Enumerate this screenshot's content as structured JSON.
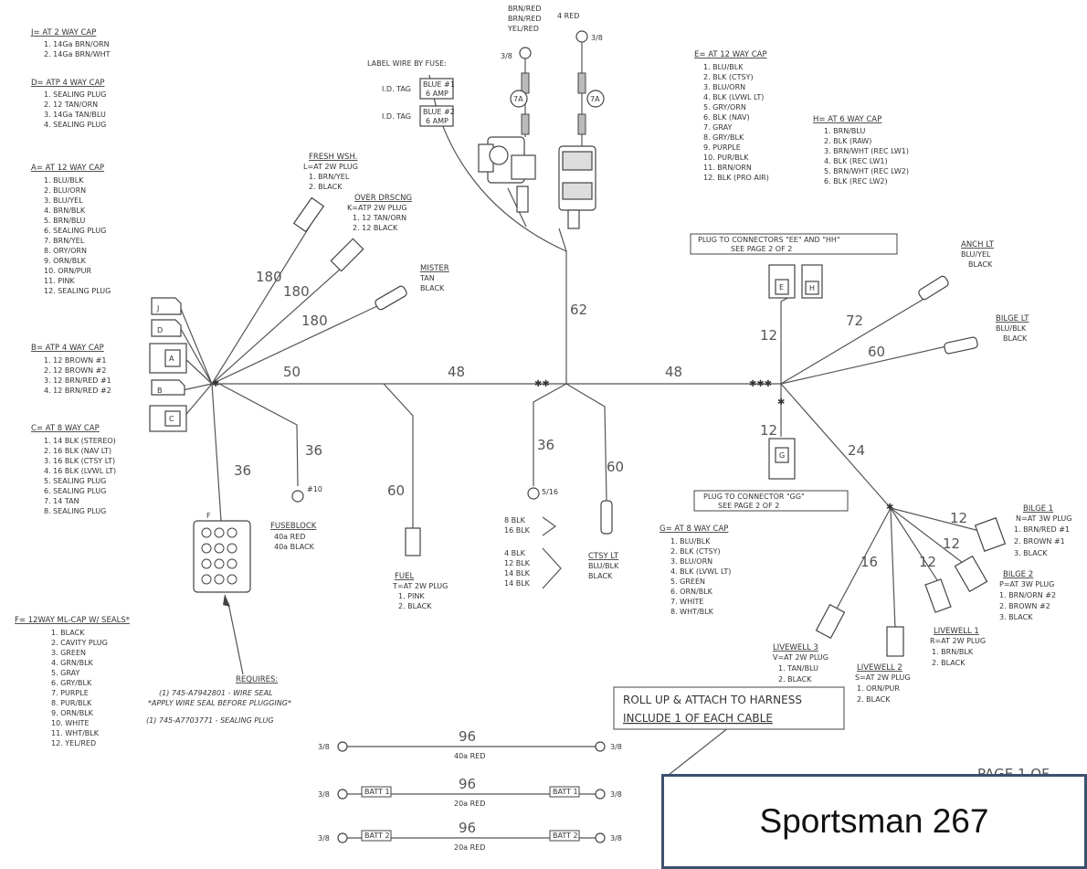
{
  "title": "Sportsman 267",
  "page_label": "PAGE 1 OF",
  "fuse_label": {
    "title": "LABEL WIRE BY FUSE:",
    "tags": [
      {
        "tag": "I.D. TAG",
        "box1": "BLUE #1",
        "box2": "6 AMP"
      },
      {
        "tag": "I.D. TAG",
        "box1": "BLUE #2",
        "box2": "6 AMP"
      }
    ]
  },
  "top_leads": {
    "left": [
      "BRN/RED",
      "BRN/RED",
      "YEL/RED"
    ],
    "right": "4 RED",
    "size_left": "3/8",
    "size_right": "3/8",
    "fuse_l": "7A",
    "fuse_r": "7A"
  },
  "legends": {
    "j": {
      "title": "J= AT 2 WAY CAP",
      "items": [
        "1. 14Ga BRN/ORN",
        "2. 14Ga BRN/WHT"
      ]
    },
    "d": {
      "title": "D= ATP 4 WAY CAP",
      "items": [
        "1. SEALING PLUG",
        "2. 12 TAN/ORN",
        "3. 14Ga TAN/BLU",
        "4. SEALING PLUG"
      ]
    },
    "a": {
      "title": "A= AT 12 WAY CAP",
      "items": [
        "1. BLU/BLK",
        "2. BLU/ORN",
        "3. BLU/YEL",
        "4. BRN/BLK",
        "5. BRN/BLU",
        "6. SEALING PLUG",
        "7. BRN/YEL",
        "8. ORY/ORN",
        "9. ORN/BLK",
        "10. ORN/PUR",
        "11. PINK",
        "12. SEALING PLUG"
      ]
    },
    "b": {
      "title": "B= ATP 4 WAY CAP",
      "items": [
        "1. 12 BROWN #1",
        "2. 12 BROWN #2",
        "3. 12 BRN/RED #1",
        "4. 12 BRN/RED #2"
      ]
    },
    "c": {
      "title": "C= AT 8 WAY CAP",
      "items": [
        "1. 14 BLK (STEREO)",
        "2. 16 BLK (NAV LT)",
        "3. 16 BLK (CTSY LT)",
        "4. 16 BLK (LVWL LT)",
        "5. SEALING PLUG",
        "6. SEALING PLUG",
        "7. 14 TAN",
        "8. SEALING PLUG"
      ]
    },
    "f": {
      "title": "F= 12WAY ML-CAP W/ SEALS*",
      "items": [
        "1. BLACK",
        "2. CAVITY PLUG",
        "3. GREEN",
        "4. GRN/BLK",
        "5. GRAY",
        "6. GRY/BLK",
        "7. PURPLE",
        "8. PUR/BLK",
        "9. ORN/BLK",
        "10. WHITE",
        "11. WHT/BLK",
        "12. YEL/RED"
      ]
    },
    "e": {
      "title": "E= AT 12 WAY CAP",
      "items": [
        "1. BLU/BLK",
        "2. BLK (CTSY)",
        "3. BLU/ORN",
        "4. BLK (LVWL LT)",
        "5. GRY/ORN",
        "6. BLK (NAV)",
        "7. GRAY",
        "8. GRY/BLK",
        "9. PURPLE",
        "10. PUR/BLK",
        "11. BRN/ORN",
        "12. BLK (PRO AIR)"
      ]
    },
    "h": {
      "title": "H= AT 6 WAY CAP",
      "items": [
        "1. BRN/BLU",
        "2. BLK (RAW)",
        "3. BRN/WHT (REC LW1)",
        "4. BLK (REC LW1)",
        "5. BRN/WHT (REC LW2)",
        "6. BLK (REC LW2)"
      ]
    },
    "g": {
      "title": "G= AT 8 WAY CAP",
      "items": [
        "1. BLU/BLK",
        "2. BLK (CTSY)",
        "3. BLU/ORN",
        "4. BLK (LVWL LT)",
        "5. GREEN",
        "6. ORN/BLK",
        "7. WHITE",
        "8. WHT/BLK"
      ]
    }
  },
  "branches": {
    "fresh": {
      "title": "FRESH WSH.",
      "sub": "L=AT 2W PLUG",
      "items": [
        "1. BRN/YEL",
        "2. BLACK"
      ]
    },
    "overdrsng": {
      "title": "OVER DRSCNG",
      "sub": "K=ATP 2W PLUG",
      "items": [
        "1. 12 TAN/ORN",
        "2. 12 BLACK"
      ]
    },
    "mister": {
      "title": "MISTER",
      "items": [
        "TAN",
        "BLACK"
      ]
    },
    "anclt": {
      "title": "ANCH LT",
      "items": [
        "BLU/YEL",
        "BLACK"
      ]
    },
    "bilgelt": {
      "title": "BILGE LT",
      "items": [
        "BLU/BLK",
        "BLACK"
      ]
    },
    "fuseblock": {
      "title": "FUSEBLOCK",
      "items": [
        "40a RED",
        "40a BLACK"
      ],
      "ring": "#10"
    },
    "fuel": {
      "title": "FUEL",
      "sub": "T=AT 2W PLUG",
      "items": [
        "1. PINK",
        "2. BLACK"
      ]
    },
    "ctsy": {
      "title": "CTSY LT",
      "items": [
        "BLU/BLK",
        "BLACK"
      ]
    },
    "ring516": "5/16",
    "blk_a": [
      "8 BLK",
      "16 BLK"
    ],
    "blk_b": [
      "4 BLK",
      "12 BLK",
      "14 BLK",
      "14 BLK"
    ],
    "bilge1": {
      "title": "BILGE 1",
      "sub": "N=AT 3W PLUG",
      "items": [
        "1. BRN/RED #1",
        "2. BROWN #1",
        "3. BLACK"
      ]
    },
    "bilge2": {
      "title": "BILGE 2",
      "sub": "P=AT 3W PLUG",
      "items": [
        "1. BRN/ORN #2",
        "2. BROWN #2",
        "3. BLACK"
      ]
    },
    "livewell1": {
      "title": "LIVEWELL 1",
      "sub": "R=AT 2W PLUG",
      "items": [
        "1. BRN/BLK",
        "2. BLACK"
      ]
    },
    "livewell2": {
      "title": "LIVEWELL 2",
      "sub": "S=AT 2W PLUG",
      "items": [
        "1. ORN/PUR",
        "2. BLACK"
      ]
    },
    "livewell3": {
      "title": "LIVEWELL 3",
      "sub": "V=AT 2W PLUG",
      "items": [
        "1. TAN/BLU",
        "2. BLACK"
      ]
    }
  },
  "notes": {
    "plug_eh": [
      "PLUG TO CONNECTORS \"EE\" AND \"HH\"",
      "SEE PAGE 2 OF 2"
    ],
    "plug_g": [
      "PLUG TO CONNECTOR \"GG\"",
      "SEE PAGE 2 OF 2"
    ],
    "requires": [
      "REQUIRES:",
      "(1) 745-A7942801 - WIRE SEAL",
      "*APPLY WIRE SEAL BEFORE PLUGGING*",
      "(1) 745-A7703771 - SEALING PLUG"
    ],
    "roll_up": [
      "ROLL UP & ATTACH TO HARNESS",
      "INCLUDE 1 OF EACH CABLE"
    ]
  },
  "lengths": {
    "l180a": "180",
    "l180b": "180",
    "l180c": "180",
    "l50": "50",
    "l48a": "48",
    "l48b": "48",
    "l62": "62",
    "l72": "72",
    "l60a": "60",
    "l12a": "12",
    "l12b": "12",
    "l24": "24",
    "l36a": "36",
    "l36b": "36",
    "l60b": "60",
    "l36c": "36",
    "l60c": "60",
    "l12c": "12",
    "l12d": "12",
    "l12e": "12",
    "l16": "16"
  },
  "connectors": {
    "a": "A",
    "b": "B",
    "c": "C",
    "d": "D",
    "j": "J",
    "e": "E",
    "h": "H",
    "g": "G",
    "f": "F"
  },
  "cables": [
    {
      "len": "96",
      "gauge": "40a RED",
      "end_l": "3/8",
      "end_r": "3/8",
      "tag_l": "",
      "tag_r": ""
    },
    {
      "len": "96",
      "gauge": "20a RED",
      "end_l": "3/8",
      "end_r": "3/8",
      "tag_l": "BATT 1",
      "tag_r": "BATT 1"
    },
    {
      "len": "96",
      "gauge": "20a RED",
      "end_l": "3/8",
      "end_r": "3/8",
      "tag_l": "BATT 2",
      "tag_r": "BATT 2"
    }
  ]
}
